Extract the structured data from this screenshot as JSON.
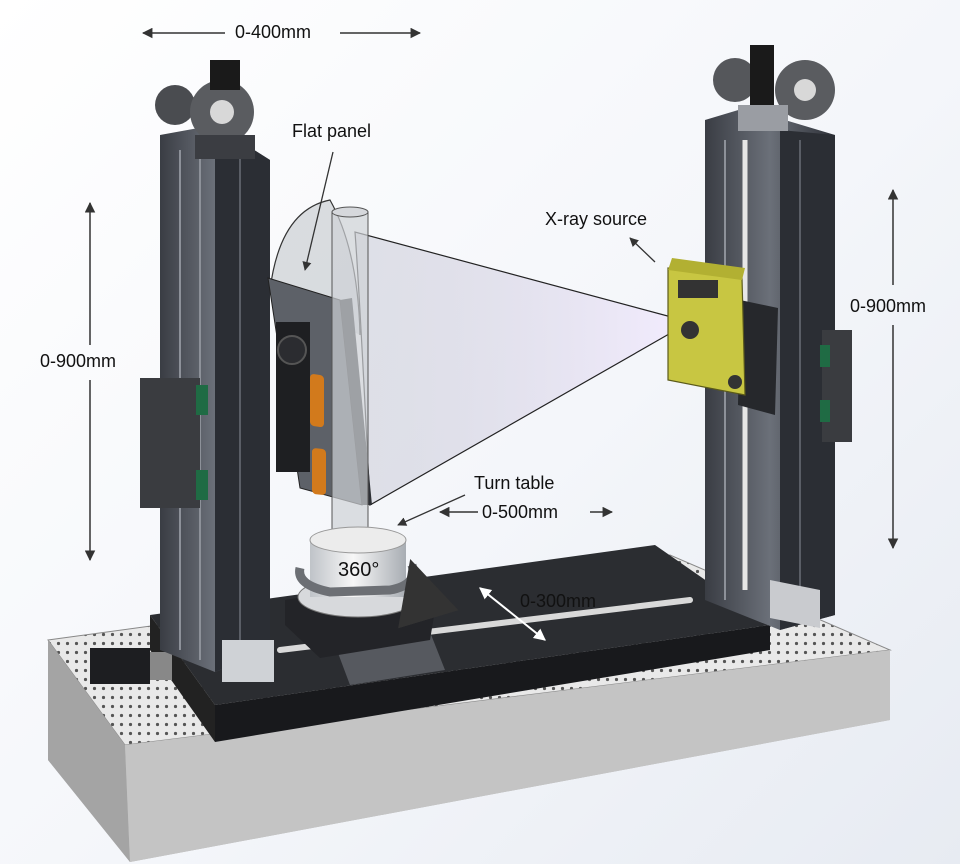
{
  "labels": {
    "top_range": "0-400mm",
    "flat_panel": "Flat panel",
    "xray_source": "X-ray source",
    "left_range": "0-900mm",
    "right_range": "0-900mm",
    "turn_table": "Turn table",
    "turn_range": "0-500mm",
    "rotation": "360°",
    "depth_range": "0-300mm"
  }
}
